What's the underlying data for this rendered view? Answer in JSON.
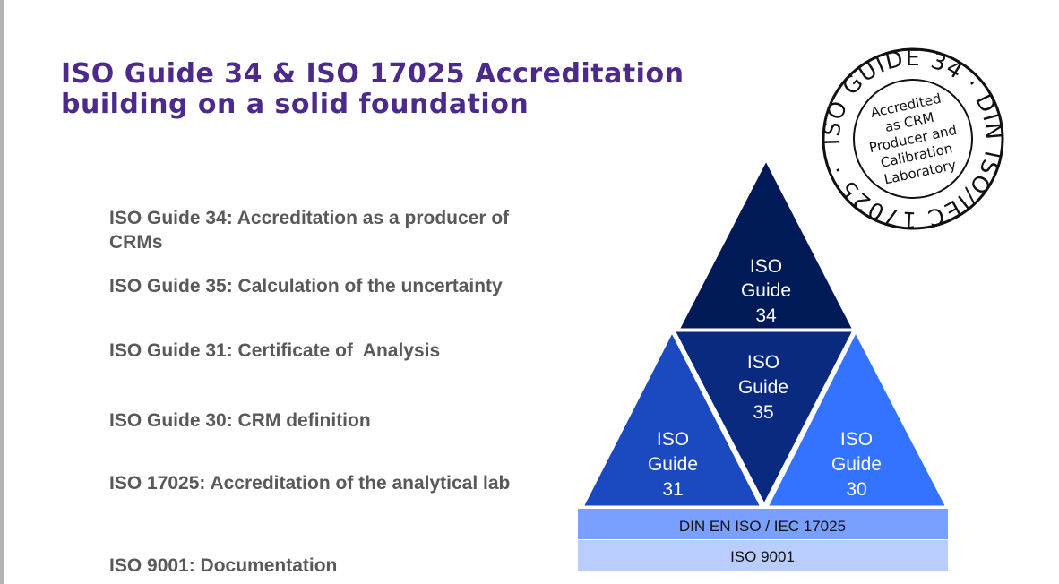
{
  "title": {
    "line1": "ISO Guide 34 & ISO 17025 Accreditation",
    "line2": "building on a solid foundation"
  },
  "items": [
    "ISO Guide 34: Accreditation as a producer of CRMs",
    "ISO Guide 35: Calculation of the uncertainty",
    "ISO Guide 31: Certificate of  Analysis",
    "ISO Guide 30: CRM definition",
    "ISO 17025: Accreditation of the analytical lab",
    "ISO 9001: Documentation"
  ],
  "pyramid": {
    "top": [
      "ISO",
      "Guide",
      "34"
    ],
    "middle": [
      "ISO",
      "Guide",
      "35"
    ],
    "left": [
      "ISO",
      "Guide",
      "31"
    ],
    "right": [
      "ISO",
      "Guide",
      "30"
    ],
    "band1": "DIN EN ISO / IEC 17025",
    "band2": "ISO 9001",
    "colors": {
      "top": "#001a57",
      "middle": "#0a2a80",
      "left": "#1a49c0",
      "right": "#3373ff",
      "band1": "#7aa0ff",
      "band2": "#b9cdff"
    }
  },
  "stamp": {
    "ring_text": "ISO GUIDE 34 · DIN ISO/IEC 17025 ·",
    "inner": [
      "Accredited",
      "as CRM",
      "Producer and",
      "Calibration",
      "Laboratory"
    ]
  }
}
